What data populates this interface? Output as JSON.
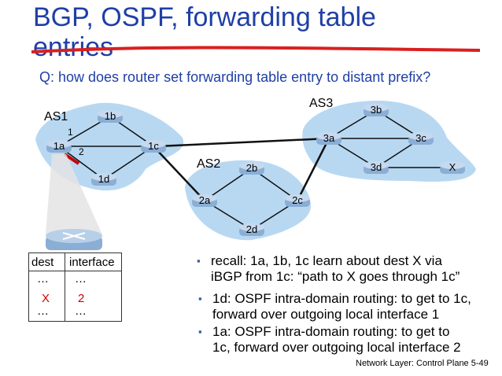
{
  "slide": {
    "title_line1": "BGP, OSPF, forwarding table",
    "title_line2": "entries",
    "question": "Q: how does router set forwarding table entry to distant prefix?",
    "footer": "Network Layer: Control Plane  5-49"
  },
  "network": {
    "as_labels": [
      "AS1",
      "AS2",
      "AS3"
    ],
    "routers": [
      "1a",
      "1b",
      "1c",
      "1d",
      "2a",
      "2b",
      "2c",
      "2d",
      "3a",
      "3b",
      "3c",
      "3d",
      "X"
    ],
    "interface_labels": [
      "1",
      "2"
    ]
  },
  "table": {
    "headers": [
      "dest",
      "interface"
    ],
    "rows": [
      {
        "dest": "…",
        "iface": "…"
      },
      {
        "dest": "X",
        "iface": "2"
      },
      {
        "dest": "…",
        "iface": "…"
      }
    ],
    "highlight_color": "#cc0000"
  },
  "bullets": [
    "recall: 1a, 1b, 1c learn about dest X via iBGP from 1c: “path to X goes through 1c”",
    "1d: OSPF intra-domain routing: to get to 1c, forward over outgoing local interface 1",
    "1a: OSPF intra-domain routing: to get to 1c, forward over outgoing local interface 2"
  ],
  "colors": {
    "title": "#1f3fa6",
    "as_cloud": "#b8d8f2",
    "router": "#a8c4e0",
    "strike": "#d92020"
  }
}
